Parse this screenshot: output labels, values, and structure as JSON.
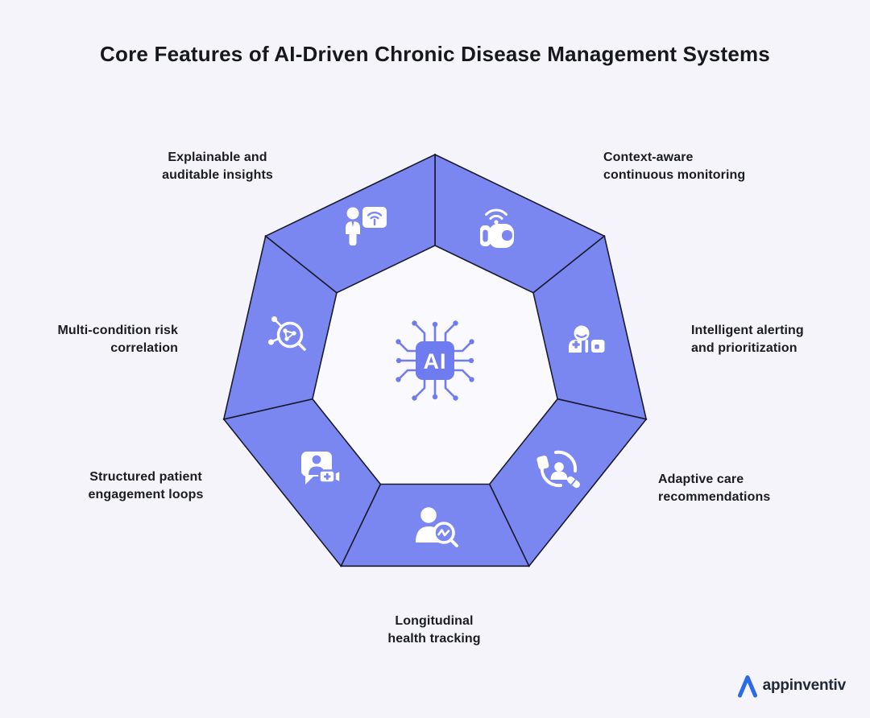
{
  "title": "Core Features of AI-Driven Chronic Disease Management Systems",
  "center": {
    "label": "AI",
    "icon": "ai-chip-icon"
  },
  "features": [
    {
      "id": "explainable",
      "line1": "Explainable and",
      "line2": "auditable insights",
      "icon": "person-presentation-icon"
    },
    {
      "id": "monitoring",
      "line1": "Context-aware",
      "line2": "continuous monitoring",
      "icon": "smartwatch-signal-icon"
    },
    {
      "id": "alerting",
      "line1": "Intelligent alerting",
      "line2": "and prioritization",
      "icon": "clinician-device-icon"
    },
    {
      "id": "adaptive",
      "line1": "Adaptive care",
      "line2": "recommendations",
      "icon": "patient-cycle-pill-icon"
    },
    {
      "id": "longitudinal",
      "line1": "Longitudinal",
      "line2": "health tracking",
      "icon": "person-trend-magnifier-icon"
    },
    {
      "id": "engagement",
      "line1": "Structured patient",
      "line2": "engagement loops",
      "icon": "chat-person-video-icon"
    },
    {
      "id": "risk",
      "line1": "Multi-condition risk",
      "line2": "correlation",
      "icon": "network-magnifier-icon"
    }
  ],
  "footer": {
    "logo_text": "appinventiv",
    "logo_icon": "appinventiv-triangle-logo"
  },
  "colors": {
    "background": "#F4F4FA",
    "segment_fill": "#7B87F0",
    "segment_outline": "#1A1A30",
    "inner_fill": "#FAFAFE",
    "icon_white": "#FFFFFF",
    "chip_blue": "#6F7CEF",
    "title_text": "#17171F",
    "label_text": "#1B1B24",
    "logo_blue": "#2B6BE8",
    "logo_text_color": "#222834"
  }
}
